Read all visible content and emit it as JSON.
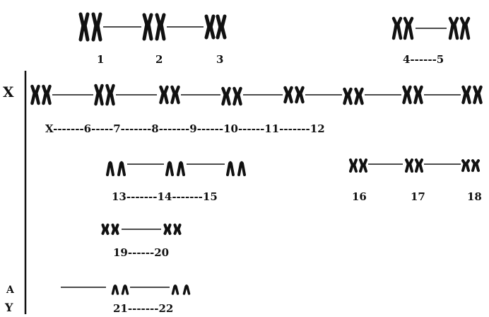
{
  "figure": {
    "row1_left_label": "1 2 3",
    "row1_right_label": "4------5",
    "row2_label": "X-------6-----7-------8-------9------10------11-------12",
    "row3_left_label": "13-------14-------15",
    "row3_right_labels": [
      "16",
      "17",
      "18"
    ],
    "row4_label": "19------20",
    "row5_label": "21-------22",
    "side_labels": {
      "x_marker": "X",
      "y_marker": "Y",
      "small_marker": "A"
    }
  },
  "colors": {
    "ink": "#111111",
    "background": "#ffffff"
  },
  "icons": [
    "x-chromosome-icon",
    "y-chromosome-icon",
    "chromosome-pair-icon"
  ]
}
